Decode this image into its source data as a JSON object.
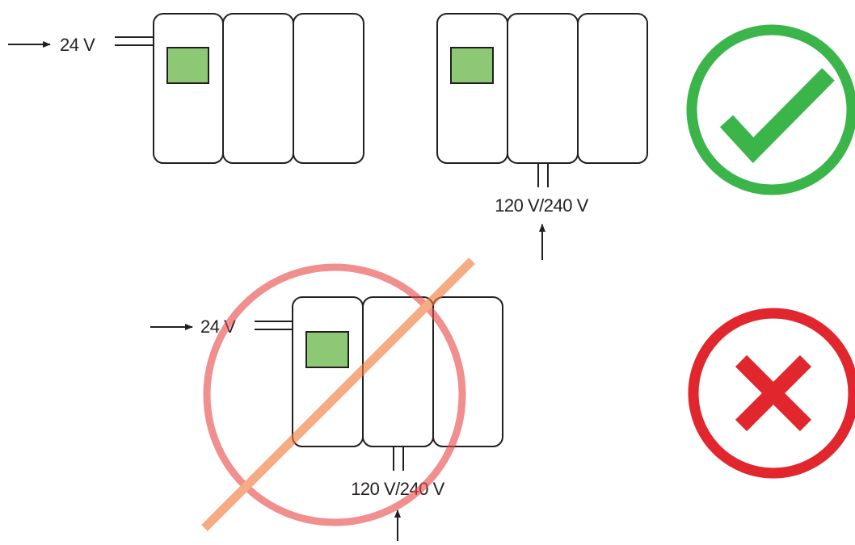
{
  "colors": {
    "line": "#231f20",
    "plc_module": "#8dc975",
    "correct": "#3bb54a",
    "incorrect": "#e1262d",
    "strike": "#f28b8b",
    "strike_line": "#f0a070"
  },
  "icons": {
    "correct": "check-mark-icon",
    "incorrect": "x-mark-icon",
    "prohibited": "prohibition-sign-icon"
  },
  "correct_setup": {
    "supply_low_label": "24 V",
    "supply_high_label": "120 V/240 V"
  },
  "incorrect_setup": {
    "supply_low_label": "24 V",
    "supply_high_label": "120 V/240 V"
  }
}
